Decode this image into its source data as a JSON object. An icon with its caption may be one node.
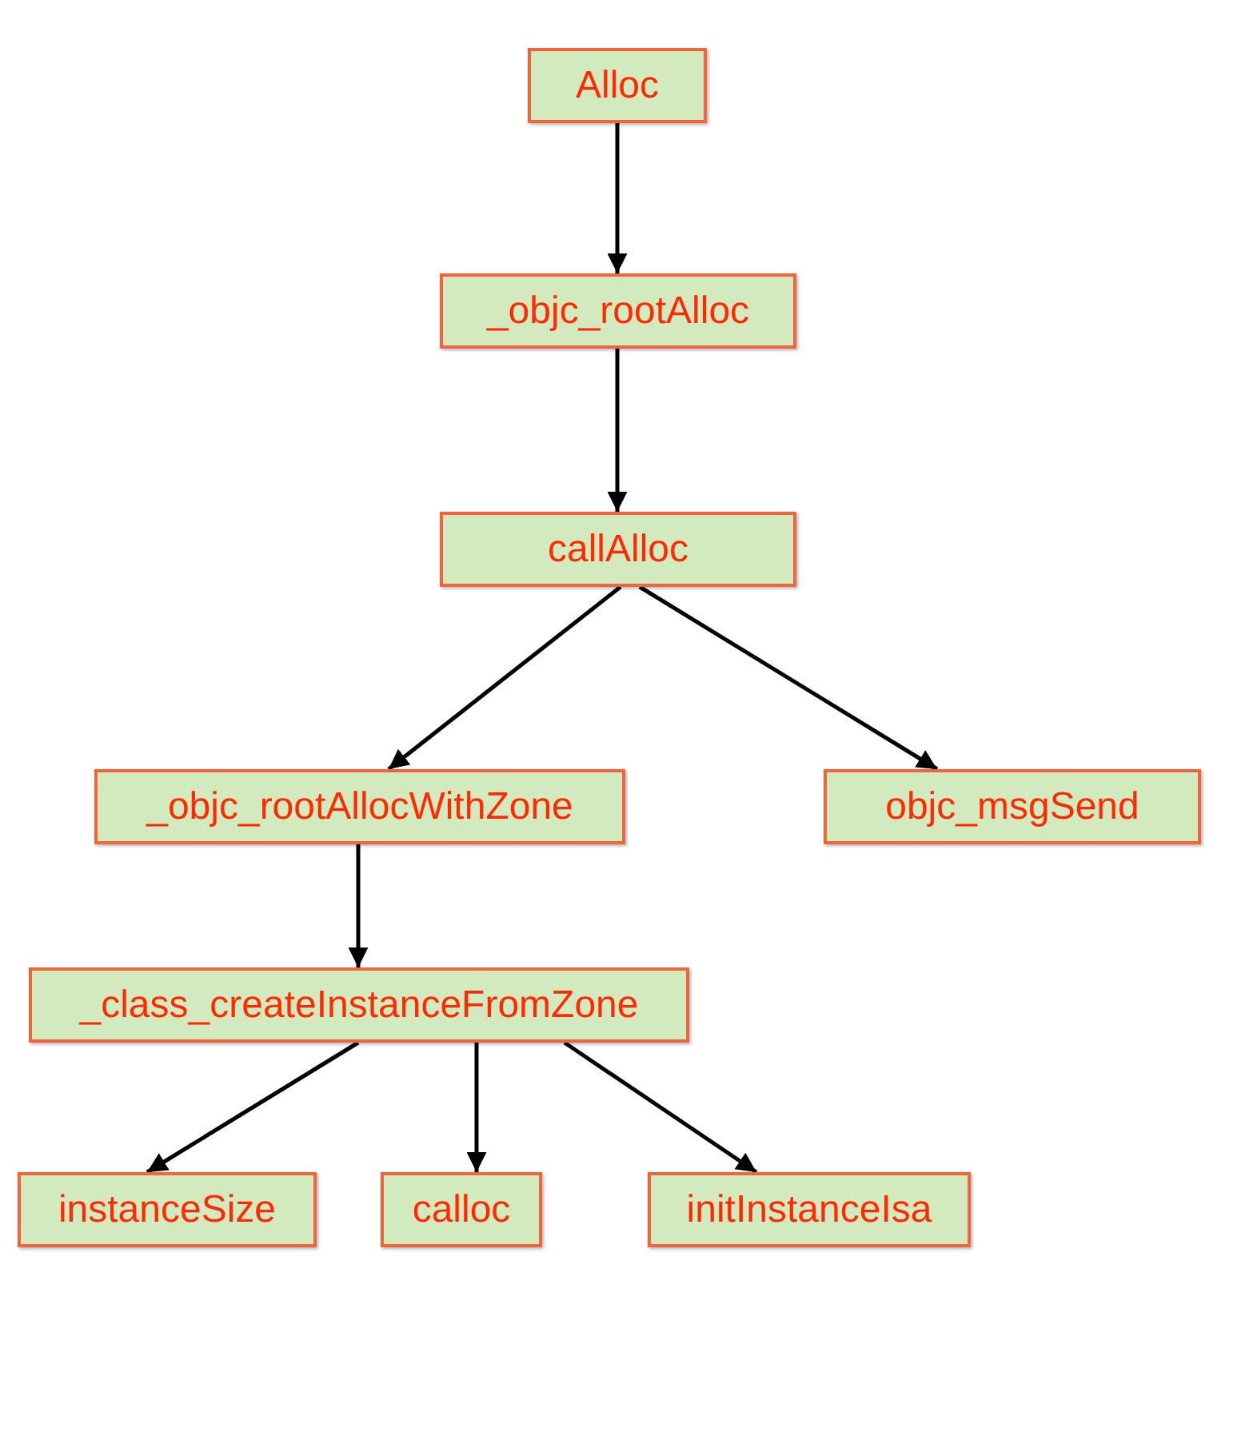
{
  "diagram": {
    "nodes": [
      {
        "text": [
          "Alloc"
        ]
      },
      {
        "text": [
          "_objc_rootAlloc"
        ]
      },
      {
        "text": [
          "callAlloc"
        ]
      },
      {
        "text": [
          "_objc_rootAllocWithZone"
        ]
      },
      {
        "text": [
          "objc_msgSend"
        ]
      },
      {
        "text": [
          "_class_createInstanceFromZone"
        ]
      },
      {
        "text": [
          "instanceSize"
        ]
      },
      {
        "text": [
          "calloc"
        ]
      },
      {
        "text": [
          "initInstanceIsa"
        ]
      }
    ],
    "edges": [
      {
        "from": 0,
        "to": 1,
        "arrow": "to"
      },
      {
        "from": 1,
        "to": 2,
        "arrow": "to"
      },
      {
        "from": 2,
        "to": 3,
        "arrow": "to"
      },
      {
        "from": 2,
        "to": 4,
        "arrow": "to"
      },
      {
        "from": 3,
        "to": 5,
        "arrow": "to"
      },
      {
        "from": 5,
        "to": 6,
        "arrow": "to"
      },
      {
        "from": 5,
        "to": 7,
        "arrow": "to"
      },
      {
        "from": 5,
        "to": 8,
        "arrow": "to"
      }
    ]
  }
}
